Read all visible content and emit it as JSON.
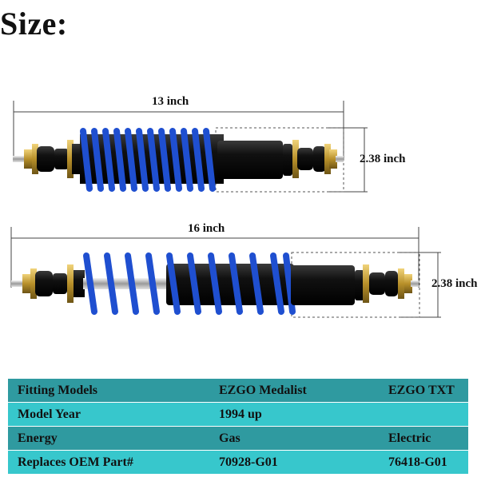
{
  "heading": "Size:",
  "products": [
    {
      "length": "13 inch",
      "width": "2.38 inch"
    },
    {
      "length": "16 inch",
      "width": "2.38 inch"
    }
  ],
  "spec_table": [
    {
      "cells": [
        "Fitting Models",
        "EZGO Medalist",
        "EZGO TXT"
      ]
    },
    {
      "cells": [
        "Model Year",
        "1994 up",
        ""
      ]
    },
    {
      "cells": [
        "Energy",
        "Gas",
        "Electric"
      ]
    },
    {
      "cells": [
        "Replaces OEM Part#",
        "70928-G01",
        "76418-G01"
      ]
    }
  ],
  "colors": {
    "spring": "#1f4fd0",
    "body": "#0c0c0c",
    "table_dark": "#2f9aa0",
    "table_light": "#37c7cc",
    "hardware": "#c9a43a"
  }
}
